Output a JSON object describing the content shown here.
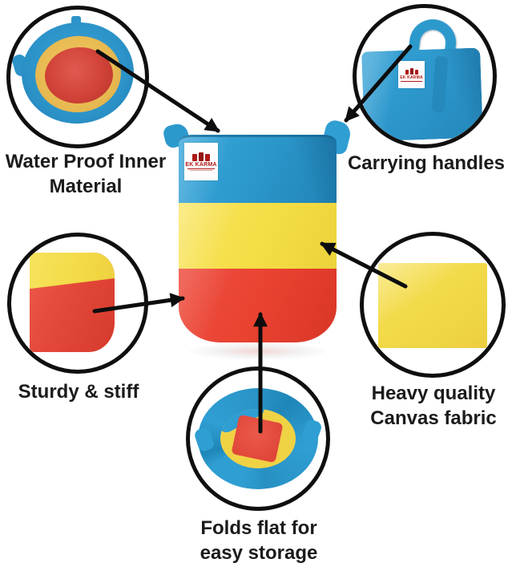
{
  "product": {
    "brand": "EK KARMA",
    "colors": {
      "blue": "#2c99cd",
      "yellow": "#f5de46",
      "red": "#e94231",
      "outline": "#0f0f0f",
      "background": "#ffffff"
    }
  },
  "callouts": [
    {
      "id": "waterproof-inner",
      "label": "Water Proof Inner Material"
    },
    {
      "id": "carrying-handles",
      "label": "Carrying handles"
    },
    {
      "id": "sturdy-stiff",
      "label": "Sturdy & stiff"
    },
    {
      "id": "canvas-fabric",
      "label": "Heavy quality Canvas fabric"
    },
    {
      "id": "folds-flat",
      "label": "Folds flat for easy storage"
    }
  ]
}
